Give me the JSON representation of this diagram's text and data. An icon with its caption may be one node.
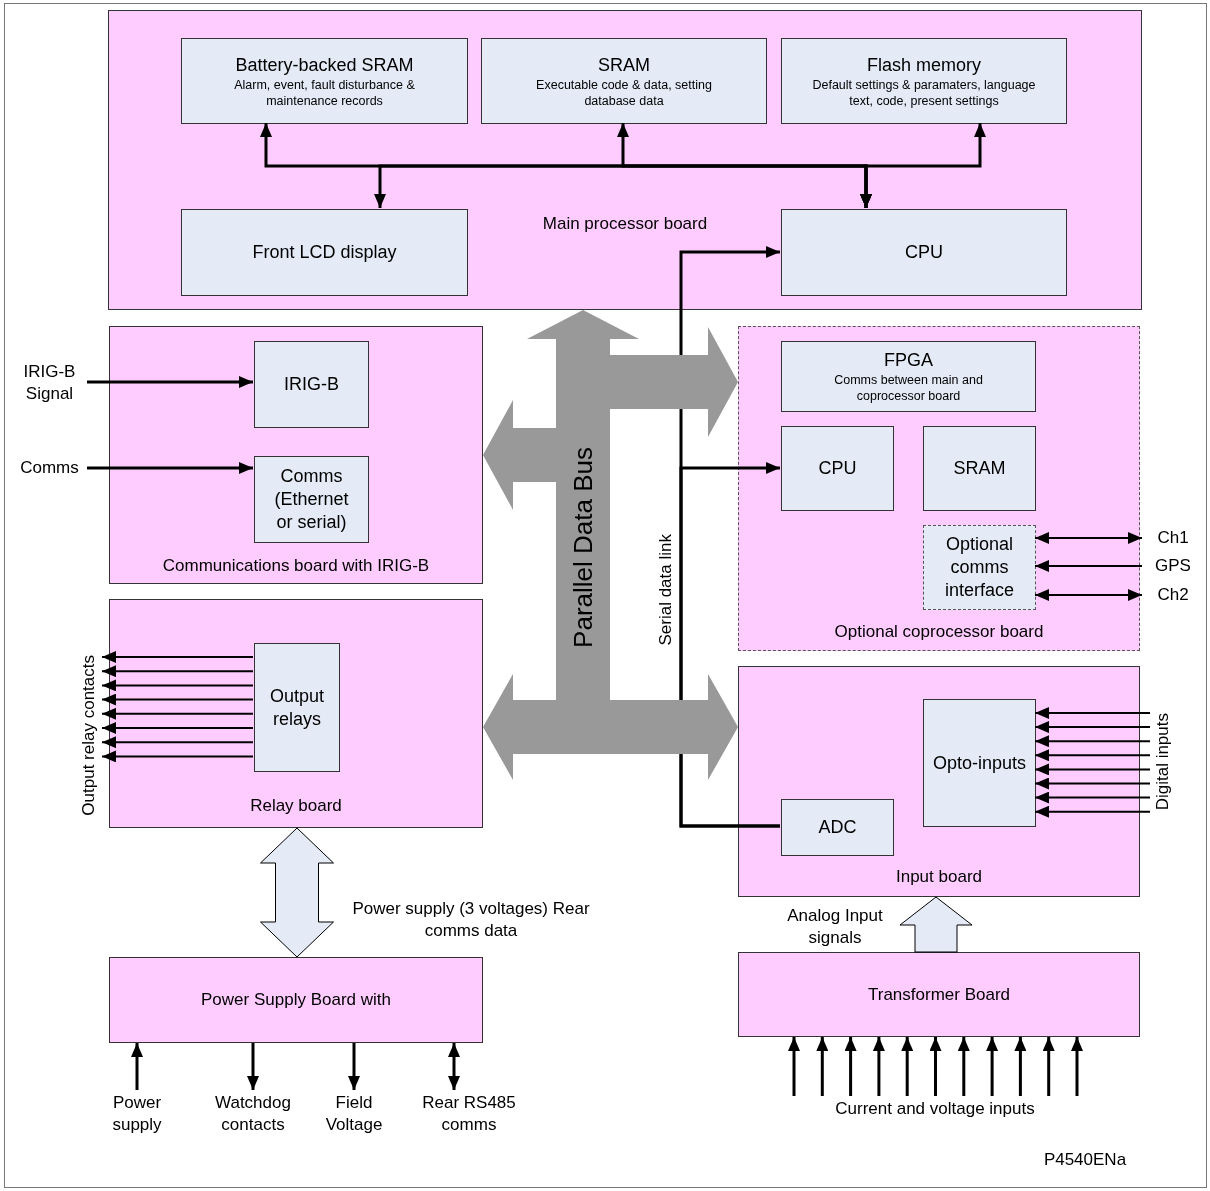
{
  "diagram": {
    "nodes": [
      {
        "text": [
          "Main processor board"
        ]
      },
      {
        "text": [
          "Battery-backed SRAM",
          "Alarm, event, fault disturbance & maintenance records"
        ],
        "in": 0
      },
      {
        "text": [
          "SRAM",
          "Executable code & data, setting database data"
        ],
        "in": 0
      },
      {
        "text": [
          "Flash memory",
          "Default settings & paramaters, language text, code, present settings"
        ],
        "in": 0
      },
      {
        "text": [
          "Front LCD display"
        ],
        "in": 0
      },
      {
        "text": [
          "CPU"
        ],
        "in": 0
      },
      {
        "text": [
          "Communications board with IRIG-B"
        ]
      },
      {
        "text": [
          "IRIG-B"
        ],
        "in": 6
      },
      {
        "text": [
          "Comms (Ethernet or serial)"
        ],
        "in": 6
      },
      {
        "text": [
          "IRIG-B Signal"
        ]
      },
      {
        "text": [
          "Comms"
        ]
      },
      {
        "text": [
          "Relay board"
        ]
      },
      {
        "text": [
          "Output relays"
        ],
        "in": 11
      },
      {
        "text": [
          "Optional coprocessor board"
        ]
      },
      {
        "text": [
          "FPGA",
          "Comms between main and coprocessor board"
        ],
        "in": 13
      },
      {
        "text": [
          "CPU"
        ],
        "in": 13
      },
      {
        "text": [
          "SRAM"
        ],
        "in": 13
      },
      {
        "text": [
          "Optional comms interface"
        ],
        "in": 13
      },
      {
        "text": [
          "Ch1"
        ]
      },
      {
        "text": [
          "GPS"
        ]
      },
      {
        "text": [
          "Ch2"
        ]
      },
      {
        "text": [
          "Input board"
        ]
      },
      {
        "text": [
          "ADC"
        ],
        "in": 21
      },
      {
        "text": [
          "Opto-inputs"
        ],
        "in": 21
      },
      {
        "text": [
          "Transformer Board"
        ]
      },
      {
        "text": [
          "Power Supply Board with"
        ]
      },
      {
        "text": [
          "Power supply"
        ]
      },
      {
        "text": [
          "Watchdog contacts"
        ]
      },
      {
        "text": [
          "Field Voltage"
        ]
      },
      {
        "text": [
          "Rear RS485 comms"
        ]
      },
      {
        "text": [
          "Parallel Data Bus"
        ]
      },
      {
        "text": [
          "Output relay contacts"
        ]
      },
      {
        "text": [
          "Digital inputs"
        ]
      },
      {
        "text": [
          "Current and voltage inputs"
        ]
      }
    ],
    "edges": [
      {
        "from": 5,
        "to": 1,
        "arrow": "both"
      },
      {
        "from": 5,
        "to": 2,
        "arrow": "both"
      },
      {
        "from": 5,
        "to": 3,
        "arrow": "both"
      },
      {
        "from": 5,
        "to": 4,
        "arrow": "both"
      },
      {
        "from": 22,
        "to": 5,
        "arrow": "to",
        "label": "Serial data link"
      },
      {
        "from": 22,
        "to": 15,
        "arrow": "to"
      },
      {
        "from": 9,
        "to": 7,
        "arrow": "to"
      },
      {
        "from": 10,
        "to": 8,
        "arrow": "to"
      },
      {
        "from": 12,
        "to": 31,
        "arrow": "to"
      },
      {
        "from": 12,
        "to": 31,
        "arrow": "to"
      },
      {
        "from": 12,
        "to": 31,
        "arrow": "to"
      },
      {
        "from": 12,
        "to": 31,
        "arrow": "to"
      },
      {
        "from": 12,
        "to": 31,
        "arrow": "to"
      },
      {
        "from": 12,
        "to": 31,
        "arrow": "to"
      },
      {
        "from": 12,
        "to": 31,
        "arrow": "to"
      },
      {
        "from": 12,
        "to": 31,
        "arrow": "to"
      },
      {
        "from": 17,
        "to": 18,
        "arrow": "both"
      },
      {
        "from": 19,
        "to": 17,
        "arrow": "to"
      },
      {
        "from": 17,
        "to": 20,
        "arrow": "both"
      },
      {
        "from": 32,
        "to": 23,
        "arrow": "to"
      },
      {
        "from": 32,
        "to": 23,
        "arrow": "to"
      },
      {
        "from": 32,
        "to": 23,
        "arrow": "to"
      },
      {
        "from": 32,
        "to": 23,
        "arrow": "to"
      },
      {
        "from": 32,
        "to": 23,
        "arrow": "to"
      },
      {
        "from": 32,
        "to": 23,
        "arrow": "to"
      },
      {
        "from": 32,
        "to": 23,
        "arrow": "to"
      },
      {
        "from": 32,
        "to": 23,
        "arrow": "to"
      },
      {
        "from": 11,
        "to": 25,
        "arrow": "both",
        "style": "thick",
        "label": "Power supply (3 voltages) Rear comms data"
      },
      {
        "from": 24,
        "to": 21,
        "arrow": "to",
        "style": "thick",
        "label": "Analog Input signals"
      },
      {
        "from": 33,
        "to": 24,
        "arrow": "to"
      },
      {
        "from": 33,
        "to": 24,
        "arrow": "to"
      },
      {
        "from": 33,
        "to": 24,
        "arrow": "to"
      },
      {
        "from": 33,
        "to": 24,
        "arrow": "to"
      },
      {
        "from": 33,
        "to": 24,
        "arrow": "to"
      },
      {
        "from": 33,
        "to": 24,
        "arrow": "to"
      },
      {
        "from": 33,
        "to": 24,
        "arrow": "to"
      },
      {
        "from": 33,
        "to": 24,
        "arrow": "to"
      },
      {
        "from": 33,
        "to": 24,
        "arrow": "to"
      },
      {
        "from": 33,
        "to": 24,
        "arrow": "to"
      },
      {
        "from": 33,
        "to": 24,
        "arrow": "to"
      },
      {
        "from": 26,
        "to": 25,
        "arrow": "to"
      },
      {
        "from": 25,
        "to": 27,
        "arrow": "to"
      },
      {
        "from": 25,
        "to": 28,
        "arrow": "to"
      },
      {
        "from": 25,
        "to": 29,
        "arrow": "both"
      },
      {
        "from": 30,
        "to": 0,
        "arrow": "to",
        "style": "thick",
        "color": "#999999"
      },
      {
        "from": 30,
        "to": 13,
        "arrow": "to",
        "style": "thick",
        "color": "#999999"
      },
      {
        "from": 30,
        "to": 6,
        "arrow": "to",
        "style": "thick",
        "color": "#999999"
      },
      {
        "from": 30,
        "to": 11,
        "arrow": "to",
        "style": "thick",
        "color": "#999999"
      },
      {
        "from": 30,
        "to": 21,
        "arrow": "to",
        "style": "thick",
        "color": "#999999"
      }
    ],
    "labels": [
      "P4540ENa"
    ]
  }
}
